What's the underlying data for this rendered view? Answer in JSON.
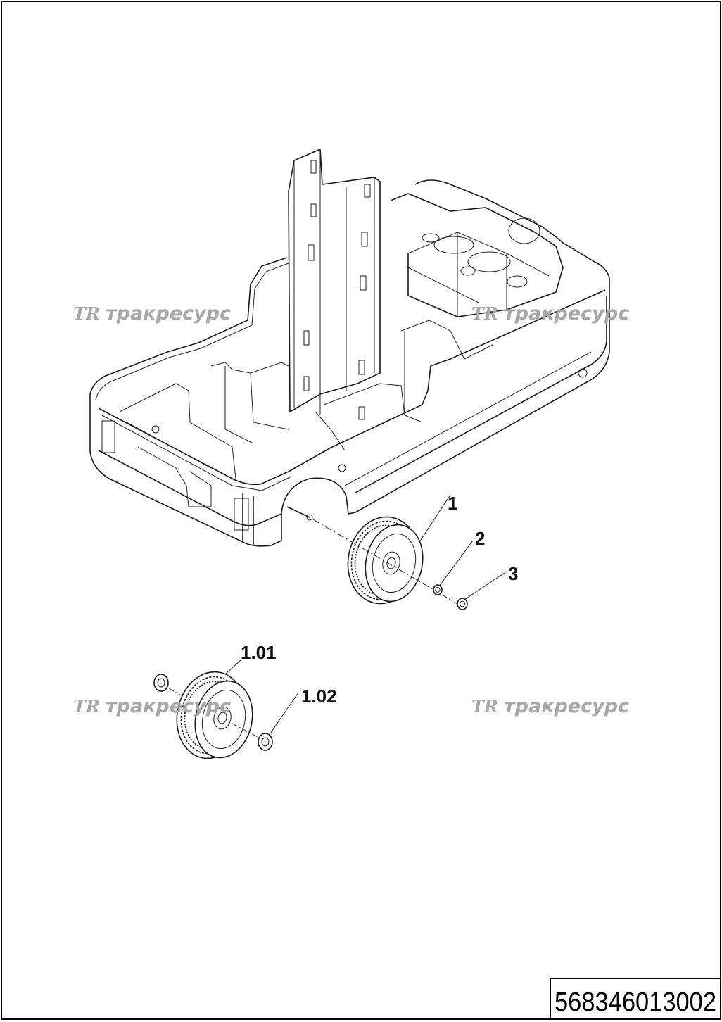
{
  "drawing": {
    "document_number": "568346013002",
    "callouts": [
      {
        "id": "callout-1",
        "label": "1"
      },
      {
        "id": "callout-2",
        "label": "2"
      },
      {
        "id": "callout-3",
        "label": "3"
      },
      {
        "id": "callout-1-01",
        "label": "1.01"
      },
      {
        "id": "callout-1-02",
        "label": "1.02"
      }
    ]
  },
  "watermark": {
    "logo": "TR",
    "text": "тракресурс"
  },
  "colors": {
    "line": "#1a1a1a",
    "watermark": "#a8a8a8",
    "background": "#ffffff"
  }
}
